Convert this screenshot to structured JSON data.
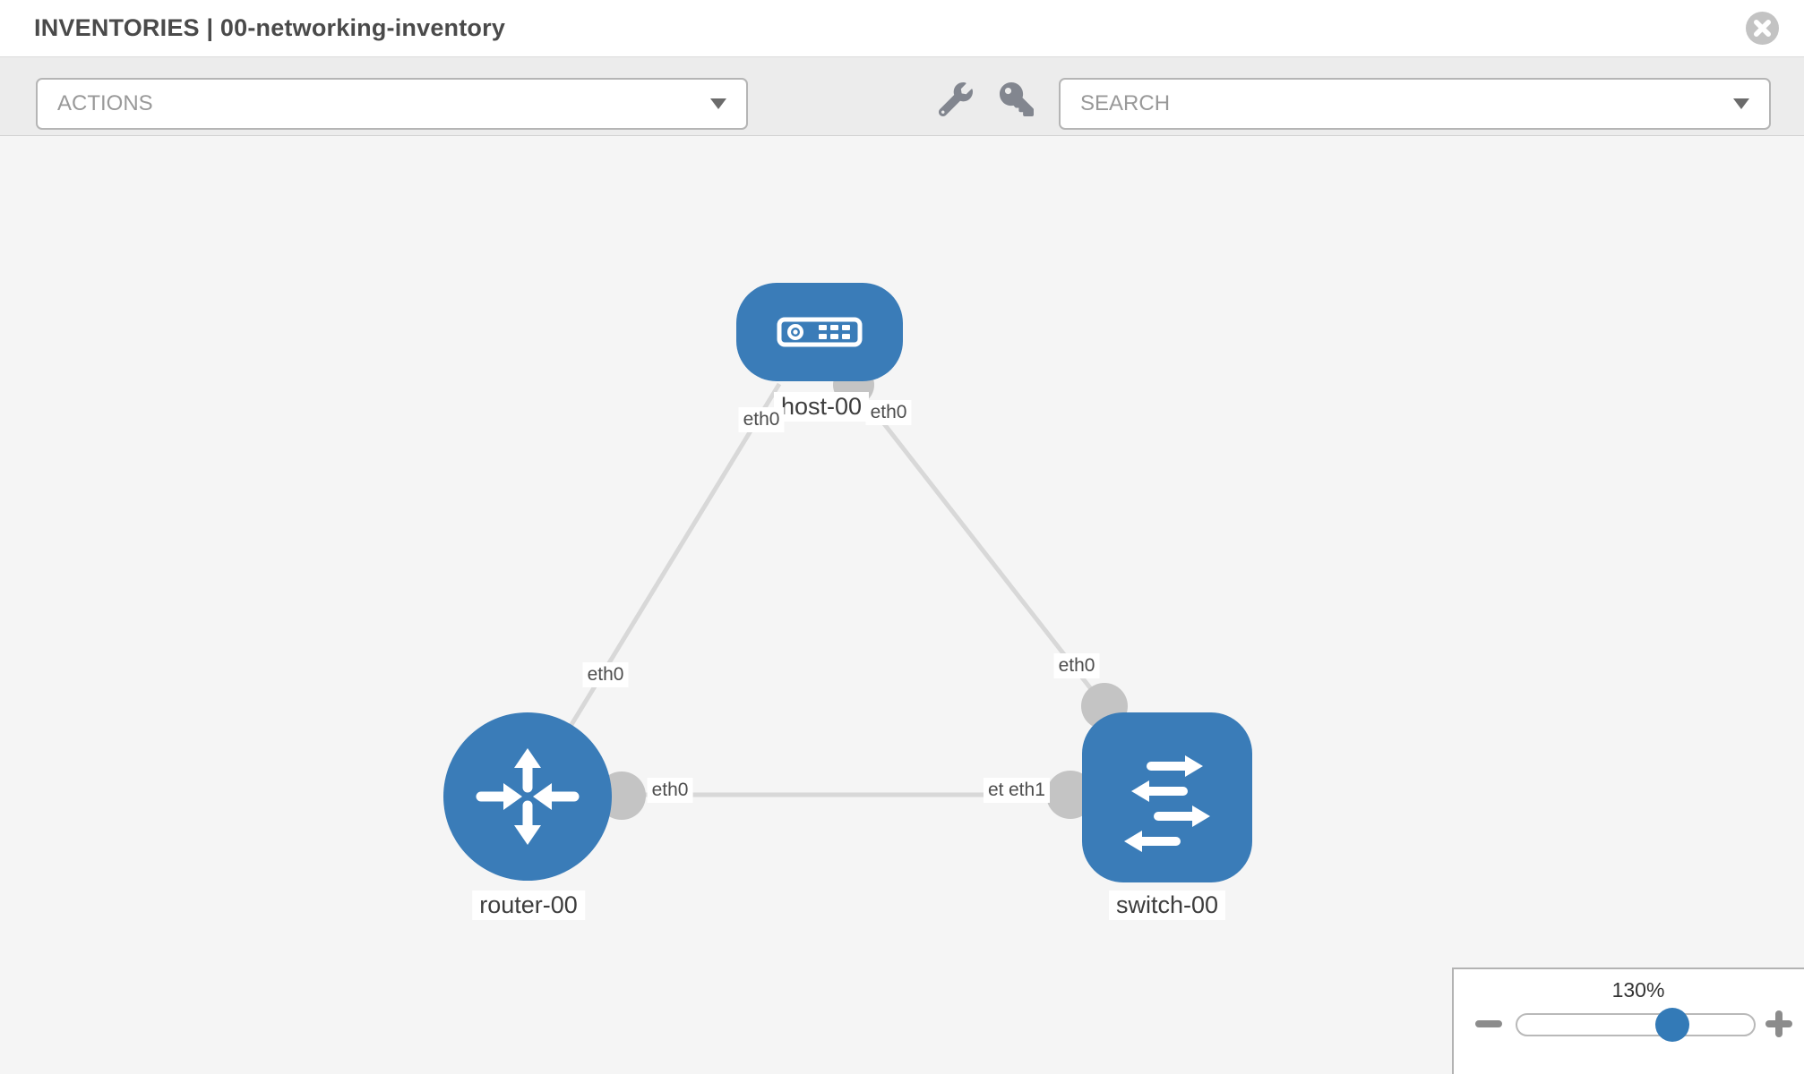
{
  "header": {
    "title": "INVENTORIES | 00-networking-inventory",
    "close_icon": "circle-x-icon"
  },
  "toolbar": {
    "actions_label": "ACTIONS",
    "search_placeholder": "SEARCH",
    "icons": [
      "wrench-icon",
      "key-icon"
    ]
  },
  "topology": {
    "nodes": [
      {
        "label": "host-00",
        "type": "host"
      },
      {
        "label": "router-00",
        "type": "router"
      },
      {
        "label": "switch-00",
        "type": "switch"
      }
    ],
    "edges": [
      {
        "from": "host-00",
        "to": "router-00",
        "from_label": "eth0",
        "to_label": "eth0"
      },
      {
        "from": "host-00",
        "to": "switch-00",
        "from_label": "eth0",
        "to_label": "eth0"
      },
      {
        "from": "router-00",
        "to": "switch-00",
        "from_label": "eth0",
        "to_label": "eth1",
        "to_label_back": "eth1"
      }
    ]
  },
  "zoom": {
    "value": "130%",
    "minus_icon": "minus-icon",
    "plus_icon": "plus-icon"
  },
  "colors": {
    "node_blue": "#3a7cb8",
    "thumb_blue": "#337ab7",
    "port_gray": "#c4c4c4",
    "edge_gray": "#d8d8d8",
    "canvas_bg": "#f5f5f5",
    "toolbar_bg": "#ececec"
  }
}
